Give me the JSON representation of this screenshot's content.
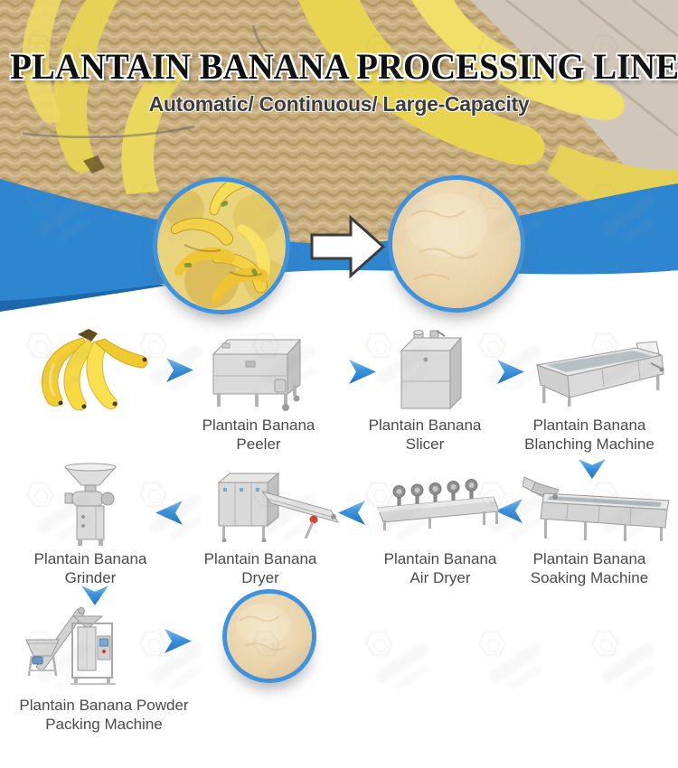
{
  "header": {
    "title": "PLANTAIN BANANA PROCESSING LINE",
    "subtitle": "Automatic/ Continuous/ Large-Capacity"
  },
  "steps": {
    "peeler": {
      "line1": "Plantain Banana",
      "line2": "Peeler"
    },
    "slicer": {
      "line1": "Plantain Banana",
      "line2": "Slicer"
    },
    "blanching": {
      "line1": "Plantain Banana",
      "line2": "Blanching Machine"
    },
    "soaking": {
      "line1": "Plantain Banana",
      "line2": "Soaking Machine"
    },
    "air_dryer": {
      "line1": "Plantain Banana",
      "line2": "Air Dryer"
    },
    "dryer": {
      "line1": "Plantain Banana",
      "line2": "Dryer"
    },
    "grinder": {
      "line1": "Plantain Banana",
      "line2": "Grinder"
    },
    "packing": {
      "line1": "Plantain Banana Powder",
      "line2": "Packing Machine"
    }
  },
  "colors": {
    "accent_blue": "#2e86d0",
    "circle_border": "#3f93de",
    "label_text": "#4a4a4a"
  }
}
